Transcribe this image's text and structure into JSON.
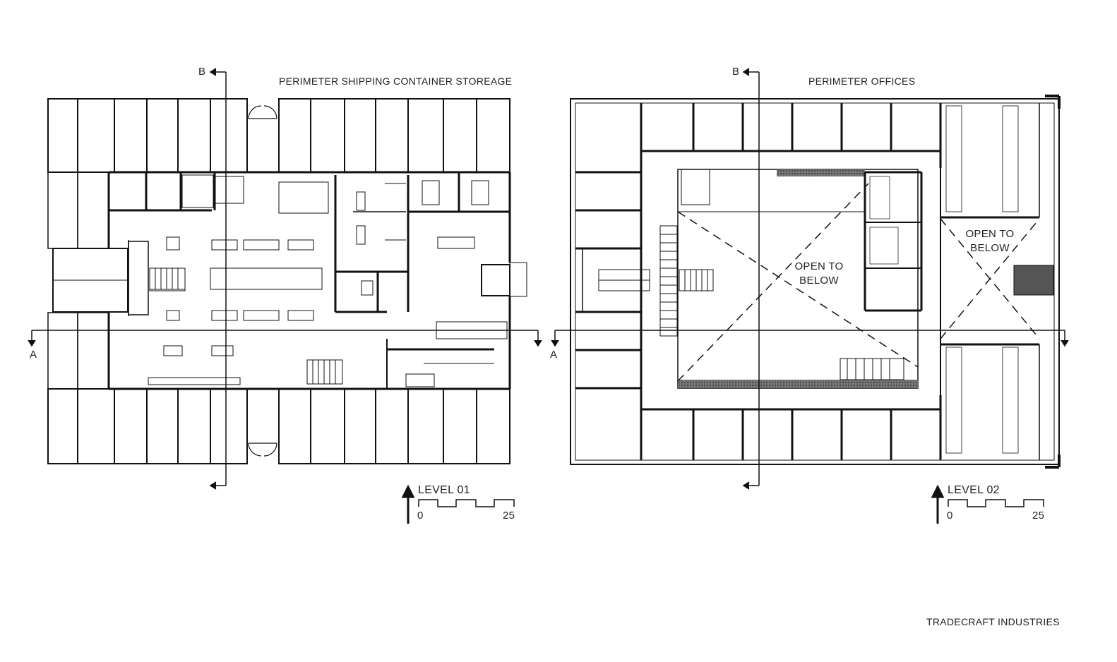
{
  "plans": [
    {
      "id": "level-01",
      "caption": "PERIMETER SHIPPING CONTAINER STOREAGE",
      "level_label": "LEVEL 01",
      "scale": {
        "start": "0",
        "end": "25"
      },
      "section_a": "A",
      "section_b": "B"
    },
    {
      "id": "level-02",
      "caption": "PERIMETER OFFICES",
      "level_label": "LEVEL 02",
      "scale": {
        "start": "0",
        "end": "25"
      },
      "section_a": "A",
      "section_b": "B",
      "open_to_below": [
        "OPEN TO BELOW",
        "OPEN TO BELOW"
      ]
    }
  ],
  "credit": "TRADECRAFT INDUSTRIES",
  "colors": {
    "line": "#111111",
    "fill_dark": "#555555",
    "background": "#ffffff"
  }
}
